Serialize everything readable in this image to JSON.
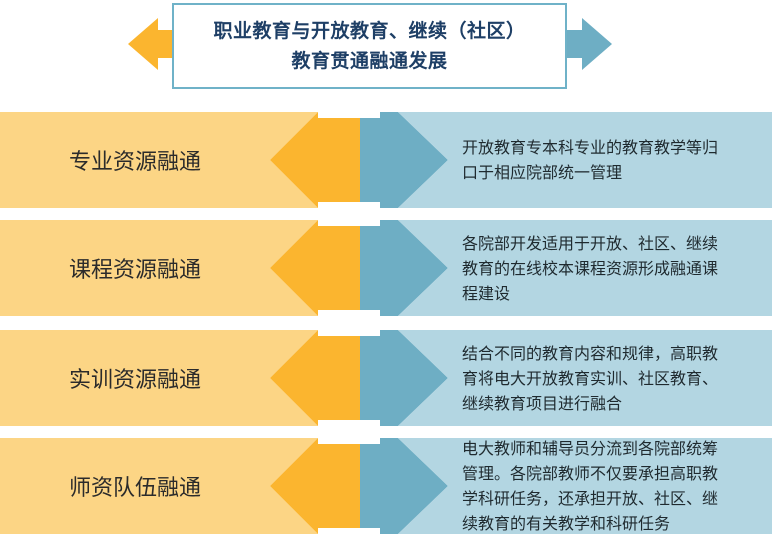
{
  "title": {
    "line1": "职业教育与开放教育、继续（社区）",
    "line2": "教育贯通融通发展"
  },
  "colors": {
    "yellow_light": "#fcd585",
    "yellow_arrow": "#fbb52f",
    "blue_light": "#b3d6e2",
    "blue_arrow": "#6eaec4",
    "title_text": "#1e3f66",
    "title_border": "#6fb2c8"
  },
  "rows": [
    {
      "label": "专业资源融通",
      "lines": [
        "开放教育专本科专业的教育教学等归",
        "口于相应院部统一管理"
      ]
    },
    {
      "label": "课程资源融通",
      "lines": [
        "各院部开发适用于开放、社区、继续",
        "教育的在线校本课程资源形成融通课",
        "程建设"
      ]
    },
    {
      "label": "实训资源融通",
      "lines": [
        "结合不同的教育内容和规律，高职教",
        "育将电大开放教育实训、社区教育、",
        "继续教育项目进行融合"
      ]
    },
    {
      "label": "师资队伍融通",
      "lines": [
        "电大教师和辅导员分流到各院部统筹",
        "管理。各院部教师不仅要承担高职教",
        "学科研任务，还承担开放、社区、继",
        "续教育的有关教学和科研任务"
      ]
    }
  ]
}
